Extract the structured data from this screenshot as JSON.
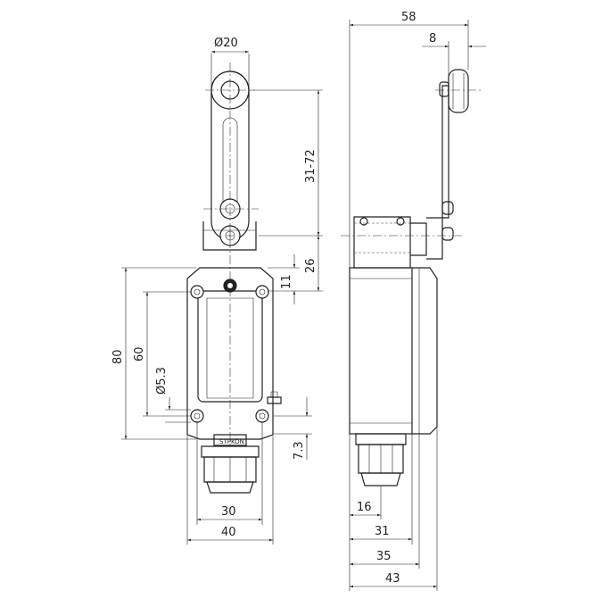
{
  "front_view": {
    "dims": {
      "roller_dia": "Ø20",
      "arm_length": "31-72",
      "pivot_height": "26",
      "mount_offset": "11",
      "height_total": "80",
      "hole_spacing_v": "60",
      "hole_dia": "Ø5.3",
      "width_holes": "30",
      "width_total": "40"
    },
    "brand_label": "STPKON"
  },
  "side_view": {
    "dims": {
      "overall_width": "58",
      "roller_width": "8",
      "bottom_offset": "7.3",
      "gland_width": "16",
      "body_31": "31",
      "body_35": "35",
      "body_43": "43"
    }
  }
}
